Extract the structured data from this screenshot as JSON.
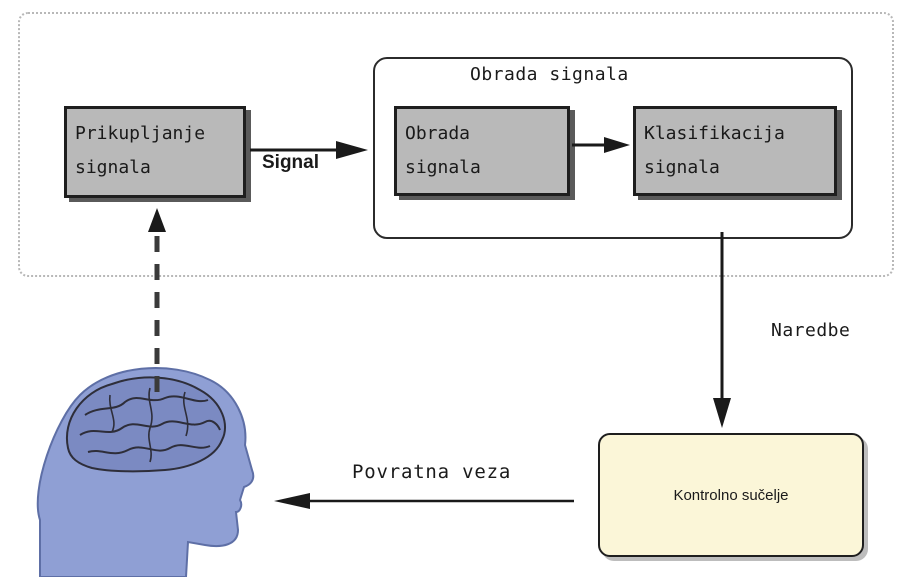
{
  "diagram": {
    "group": {
      "title": "Obrada signala"
    },
    "nodes": {
      "collect": {
        "label": "Prikupljanje\nsignala"
      },
      "process": {
        "label": "Obrada\nsignala"
      },
      "classify": {
        "label": "Klasifikacija\nsignala"
      },
      "control": {
        "label": "Kontrolno sučelje"
      }
    },
    "edges": {
      "signal": {
        "label": "Signal"
      },
      "commands": {
        "label": "Naredbe"
      },
      "feedback": {
        "label": "Povratna veza"
      }
    },
    "colors": {
      "gray_box": "#b9b9b9",
      "control_box": "#fbf6d8",
      "head": "#8f9fd4",
      "head_outline": "#5e6fa6",
      "brain": "#7b8ac2"
    },
    "icons": {
      "head": "human-head-brain-icon"
    }
  }
}
